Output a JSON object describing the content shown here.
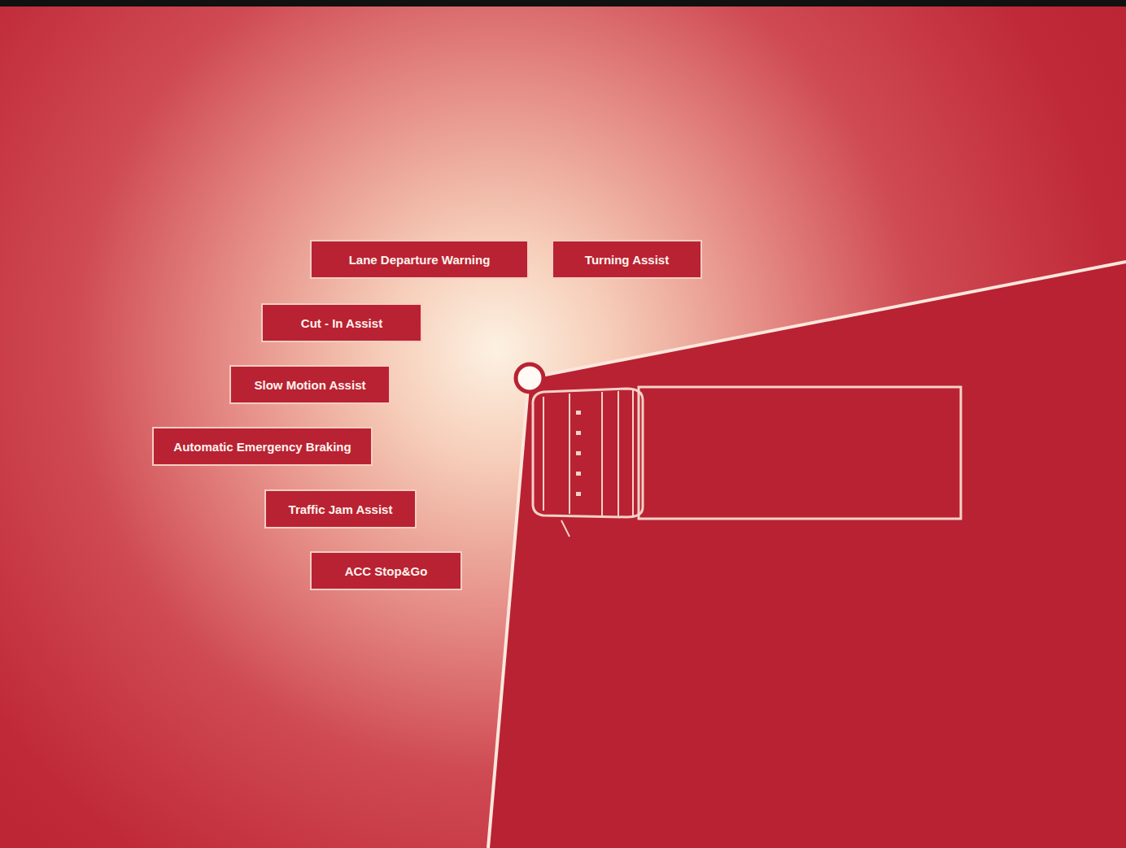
{
  "diagram": {
    "nodes": [
      {
        "text": [
          "Lane Departure Warning"
        ]
      },
      {
        "text": [
          "Turning Assist"
        ]
      },
      {
        "text": [
          "Cut - In Assist"
        ]
      },
      {
        "text": [
          "Slow Motion Assist"
        ]
      },
      {
        "text": [
          "Automatic Emergency Braking"
        ]
      },
      {
        "text": [
          "Traffic Jam Assist"
        ]
      },
      {
        "text": [
          "ACC Stop&Go"
        ]
      }
    ]
  }
}
